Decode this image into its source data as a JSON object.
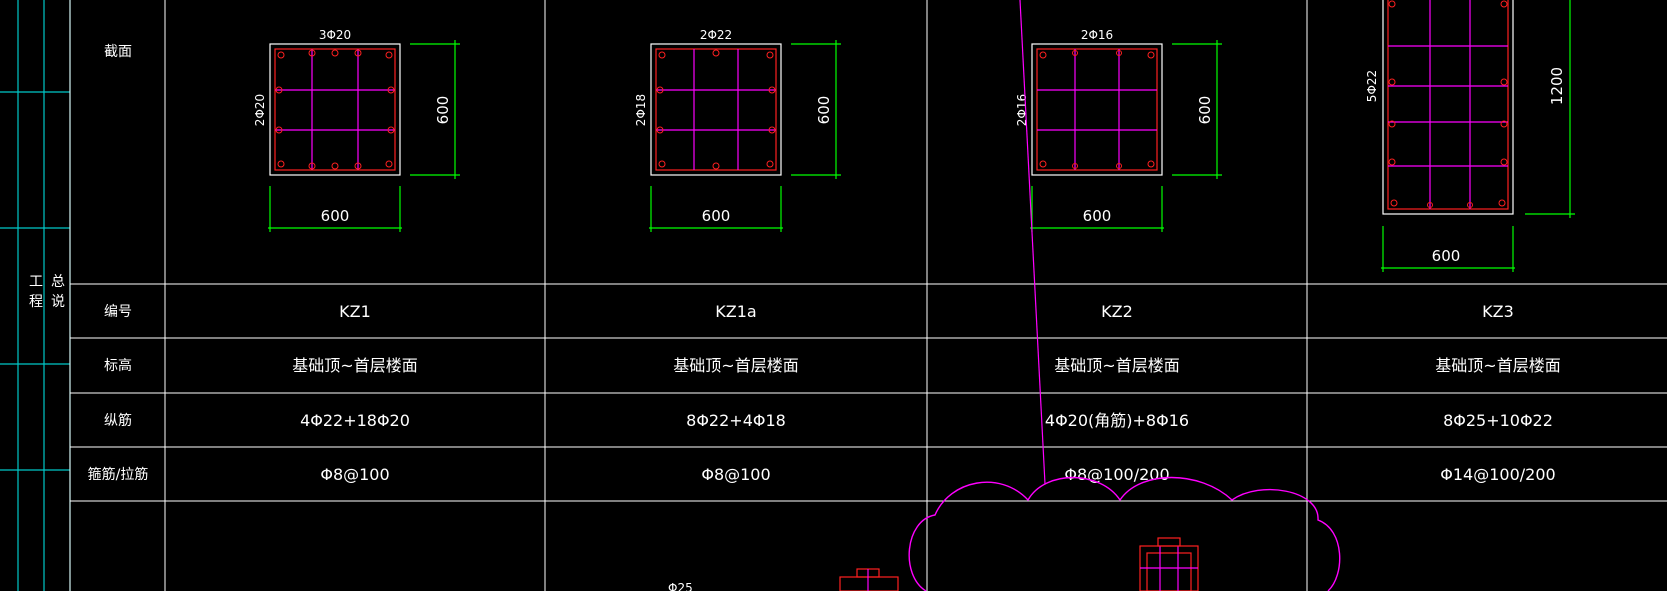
{
  "sheet": {
    "side_text": [
      "工",
      "程",
      "总",
      "说"
    ],
    "row_labels": [
      "截面",
      "编号",
      "标高",
      "纵筋",
      "箍筋/拉筋"
    ],
    "columns": [
      {
        "id": "KZ1",
        "elevation": "基础顶~首层楼面",
        "longitudinal": "4Φ22+18Φ20",
        "stirrup": "Φ8@100",
        "top_bars": "3Φ20",
        "side_bars": "2Φ20",
        "width_dim": "600",
        "height_dim": "600"
      },
      {
        "id": "KZ1a",
        "elevation": "基础顶~首层楼面",
        "longitudinal": "8Φ22+4Φ18",
        "stirrup": "Φ8@100",
        "top_bars": "2Φ22",
        "side_bars": "2Φ18",
        "width_dim": "600",
        "height_dim": "600"
      },
      {
        "id": "KZ2",
        "elevation": "基础顶~首层楼面",
        "longitudinal": "4Φ20(角筋)+8Φ16",
        "stirrup": "Φ8@100/200",
        "top_bars": "2Φ16",
        "side_bars": "2Φ16",
        "width_dim": "600",
        "height_dim": "600"
      },
      {
        "id": "KZ3",
        "elevation": "基础顶~首层楼面",
        "longitudinal": "8Φ25+10Φ22",
        "stirrup": "Φ14@100/200",
        "side_bars": "5Φ22",
        "width_dim": "600",
        "height_dim": "1200"
      }
    ],
    "partial_label": "Φ25"
  },
  "colors": {
    "background": "#000000",
    "grid_line": "#ffffff",
    "frame_line": "#00c8c8",
    "stirrup": "#ff00ff",
    "rebar": "#ff2020",
    "dimension": "#00ff00",
    "revision_cloud": "#ff00ff"
  }
}
